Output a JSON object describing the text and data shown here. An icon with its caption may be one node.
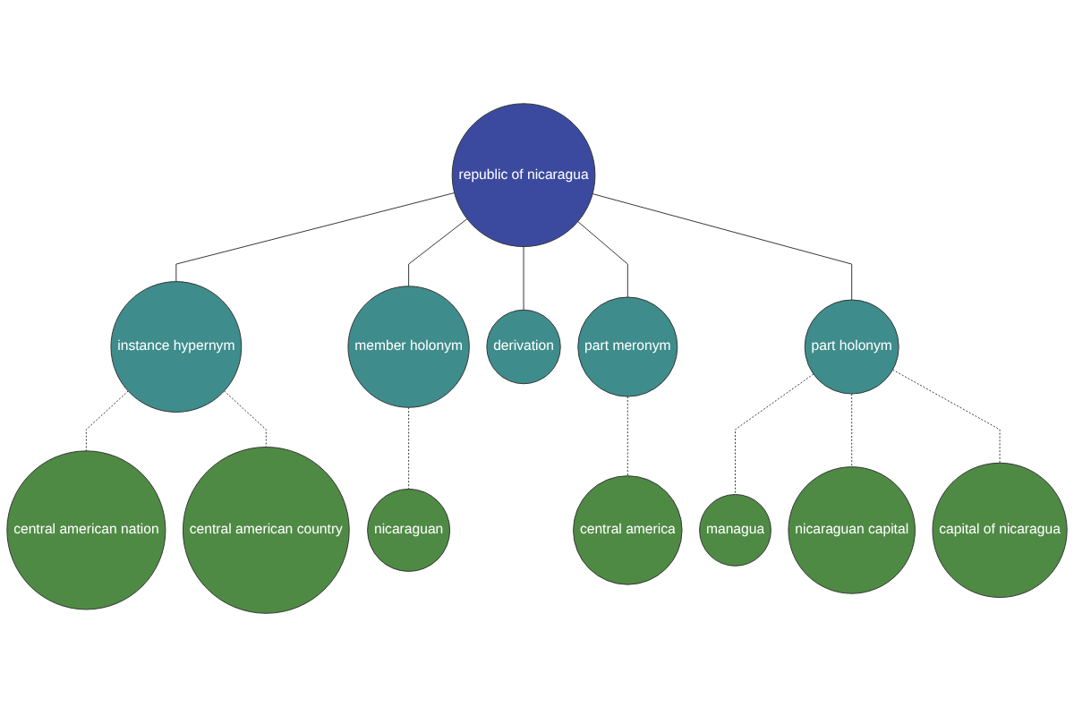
{
  "diagram": {
    "nodes": [
      {
        "text": [
          "republic of nicaragua"
        ]
      },
      {
        "text": [
          "central american nation"
        ]
      },
      {
        "text": [
          "central american country"
        ]
      },
      {
        "text": [
          "nicaraguan"
        ]
      },
      {
        "text": [
          "instance hypernym"
        ]
      },
      {
        "text": [
          "member holonym"
        ]
      },
      {
        "text": [
          "derivation"
        ]
      },
      {
        "text": [
          "part meronym"
        ]
      },
      {
        "text": [
          "part holonym"
        ]
      },
      {
        "text": [
          "managua"
        ]
      },
      {
        "text": [
          "nicaraguan capital"
        ]
      },
      {
        "text": [
          "capital of nicaragua"
        ]
      },
      {
        "text": [
          "central america"
        ]
      }
    ],
    "edges": [
      {
        "from": 0,
        "to": 4,
        "arrow": "none"
      },
      {
        "from": 0,
        "to": 5,
        "arrow": "none"
      },
      {
        "from": 0,
        "to": 6,
        "arrow": "none"
      },
      {
        "from": 0,
        "to": 7,
        "arrow": "none"
      },
      {
        "from": 0,
        "to": 8,
        "arrow": "none"
      },
      {
        "from": 4,
        "to": 1,
        "arrow": "none",
        "style": "dashed"
      },
      {
        "from": 4,
        "to": 2,
        "arrow": "none",
        "style": "dashed"
      },
      {
        "from": 5,
        "to": 3,
        "arrow": "none",
        "style": "dashed"
      },
      {
        "from": 7,
        "to": 12,
        "arrow": "none",
        "style": "dashed"
      },
      {
        "from": 8,
        "to": 9,
        "arrow": "none",
        "style": "dashed"
      },
      {
        "from": 8,
        "to": 10,
        "arrow": "none",
        "style": "dashed"
      },
      {
        "from": 8,
        "to": 11,
        "arrow": "none",
        "style": "dashed"
      }
    ]
  }
}
